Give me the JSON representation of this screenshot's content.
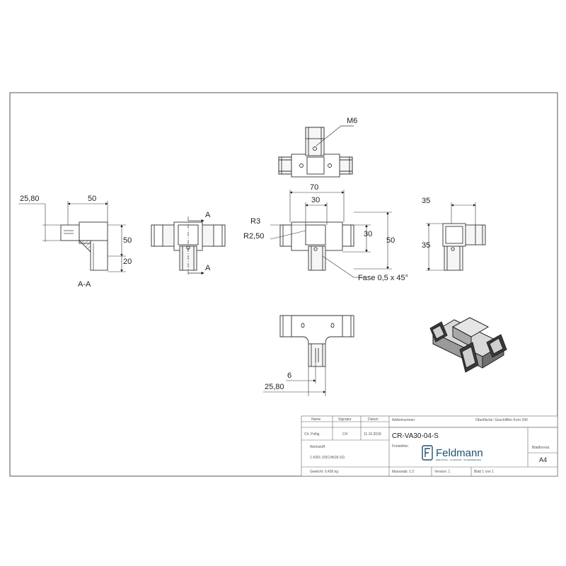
{
  "drawing": {
    "top_view": {
      "thread_label": "M6"
    },
    "section_view": {
      "dim_top_left": "25,80",
      "dim_width": "50",
      "dim_height": "50",
      "dim_bottom": "20",
      "section_label": "A-A"
    },
    "side_view": {
      "cut_label_top": "A",
      "cut_label_bottom": "A"
    },
    "front_view": {
      "dim_outer_width": "70",
      "dim_inner_width": "30",
      "dim_radius_outer": "R3",
      "dim_radius_inner": "R2,50",
      "dim_inner_height": "30",
      "dim_outer_height": "50",
      "chamfer_label": "Fase 0,5 x 45°"
    },
    "right_view": {
      "dim_top": "35",
      "dim_side": "35"
    },
    "bottom_view": {
      "dim_slot": "6",
      "dim_total": "25,80"
    }
  },
  "title_block": {
    "header_name": "Name",
    "header_signature": "Signatur",
    "header_date": "Datum",
    "header_article": "Artikelnummer",
    "surface": "Oberfläche:  Geschliffen Korn 240",
    "drawn_by": "Ch. Pollig",
    "signature": "CH",
    "date": "11.10.2018",
    "part_number": "CR-VA30-04-S",
    "material_label": "Werkstoff:",
    "material_value": "1.4301 (X5CrNi18-10)",
    "description_label": "Freistellen",
    "format_label": "Blattformat",
    "format_value": "A4",
    "weight": "Gewicht: 0,436 kg",
    "scale": "Massstab: 1:2",
    "version": "Version: 1",
    "sheet": "Blatt 1 von 1",
    "logo_name": "Feldmann",
    "logo_tagline": "EDELSTAHL · ALUMINIUM · SCHMIEDEEISEN"
  }
}
